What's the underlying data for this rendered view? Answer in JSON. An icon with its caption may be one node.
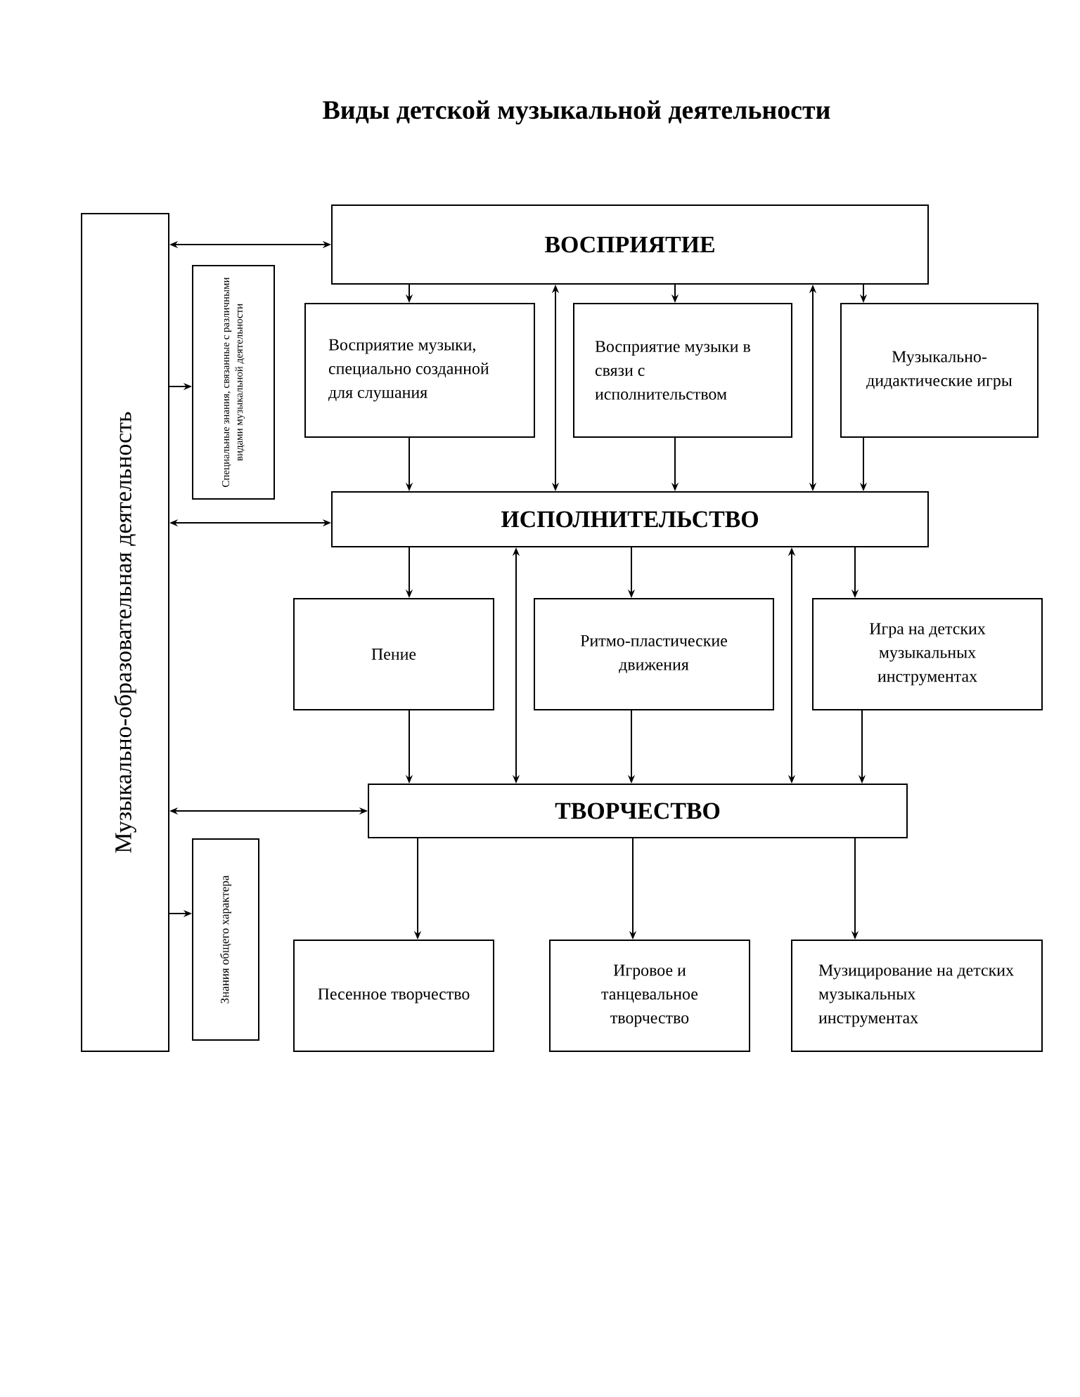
{
  "diagram": {
    "title": "Виды детской музыкальной деятельности",
    "nodes": [
      {
        "text": [
          "Музыкально-образовательная деятельность"
        ]
      },
      {
        "text": [
          "Специальные знания, связанные с различными видами музыкальной деятельности"
        ]
      },
      {
        "text": [
          "ВОСПРИЯТИЕ"
        ]
      },
      {
        "text": [
          "Восприятие музыки, специально созданной для слушания"
        ]
      },
      {
        "text": [
          "Восприятие музыки в связи с исполнительством"
        ]
      },
      {
        "text": [
          "Музыкально-дидактические игры"
        ]
      },
      {
        "text": [
          "ИСПОЛНИТЕЛЬСТВО"
        ]
      },
      {
        "text": [
          "Пение"
        ]
      },
      {
        "text": [
          "Ритмо-пластические движения"
        ]
      },
      {
        "text": [
          "Игра на детских музыкальных инструментах"
        ]
      },
      {
        "text": [
          "ТВОРЧЕСТВО"
        ]
      },
      {
        "text": [
          "Знания общего характера"
        ]
      },
      {
        "text": [
          "Песенное творчество"
        ]
      },
      {
        "text": [
          "Игровое и танцевальное творчество"
        ]
      },
      {
        "text": [
          "Музицирование на детских музыкальных инструментах"
        ]
      }
    ],
    "edges": [
      {
        "from": 0,
        "to": 2,
        "arrow": "both"
      },
      {
        "from": 0,
        "to": 1,
        "arrow": "to"
      },
      {
        "from": 0,
        "to": 6,
        "arrow": "both"
      },
      {
        "from": 0,
        "to": 10,
        "arrow": "both"
      },
      {
        "from": 0,
        "to": 11,
        "arrow": "to"
      },
      {
        "from": 2,
        "to": 3,
        "arrow": "to"
      },
      {
        "from": 2,
        "to": 4,
        "arrow": "to"
      },
      {
        "from": 2,
        "to": 5,
        "arrow": "to"
      },
      {
        "from": 2,
        "to": 6,
        "arrow": "both"
      },
      {
        "from": 2,
        "to": 6,
        "arrow": "both"
      },
      {
        "from": 3,
        "to": 6,
        "arrow": "to"
      },
      {
        "from": 4,
        "to": 6,
        "arrow": "to"
      },
      {
        "from": 5,
        "to": 6,
        "arrow": "to"
      },
      {
        "from": 6,
        "to": 7,
        "arrow": "to"
      },
      {
        "from": 6,
        "to": 8,
        "arrow": "to"
      },
      {
        "from": 6,
        "to": 9,
        "arrow": "to"
      },
      {
        "from": 6,
        "to": 10,
        "arrow": "both"
      },
      {
        "from": 6,
        "to": 10,
        "arrow": "both"
      },
      {
        "from": 7,
        "to": 10,
        "arrow": "to"
      },
      {
        "from": 8,
        "to": 10,
        "arrow": "to"
      },
      {
        "from": 9,
        "to": 10,
        "arrow": "to"
      },
      {
        "from": 10,
        "to": 12,
        "arrow": "to"
      },
      {
        "from": 10,
        "to": 13,
        "arrow": "to"
      },
      {
        "from": 10,
        "to": 14,
        "arrow": "to"
      }
    ]
  }
}
